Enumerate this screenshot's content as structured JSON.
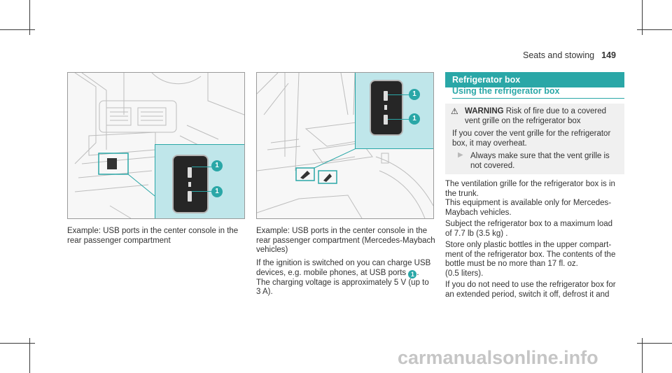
{
  "header": {
    "section": "Seats and stowing",
    "page_number": "149"
  },
  "figures": {
    "fig1": {
      "callouts": [
        "1",
        "1"
      ]
    },
    "fig2": {
      "callouts": [
        "1",
        "1"
      ]
    }
  },
  "captions": {
    "fig1_line1": "Example: USB ports in the center console in the",
    "fig1_line2": "rear passenger compartment",
    "fig2_line1": "Example: USB ports in the center console in the",
    "fig2_line2": "rear passenger compartment (Mercedes-Maybach",
    "fig2_line3": "vehicles)"
  },
  "usb_text": {
    "line1": "If the ignition is switched on you can charge USB",
    "line2a": "devices, e.g. mobile phones, at USB ports",
    "badge": "1",
    "line2b": ".",
    "line3": "The charging voltage is approximately 5 V (up to",
    "line4": "3 A)."
  },
  "fridge": {
    "section_title": "Refrigerator box",
    "subsection_title": "Using the refrigerator box",
    "warning": {
      "label": "WARNING",
      "line1_rest": "Risk of fire due to a covered",
      "line2": "vent grille on the refrigerator box",
      "line3": "If you cover the vent grille for the refrigerator",
      "line4": "box, it may overheat.",
      "action_line1": "Always make sure that the vent grille is",
      "action_line2": "not covered."
    },
    "lines": [
      "The ventilation grille for the refrigerator box is in",
      "the trunk.",
      "This equipment is available only for Mercedes-",
      "Maybach vehicles.",
      "Subject the refrigerator box to a maximum load",
      "of 7.7 lb (3.5 kg) .",
      "Store only plastic bottles in the upper compart-",
      "ment of the refrigerator box. The contents of the",
      "bottle must be no more than 17 fl. oz.",
      "(0.5 liters).",
      "If you do not need to use the refrigerator box for",
      "an extended period, switch it off, defrost it and"
    ]
  },
  "watermark": "carmanualsonline.info",
  "colors": {
    "accent": "#2aa7a7",
    "inset_bg": "#bfe6ea",
    "warning_bg": "#f0f0f0"
  }
}
